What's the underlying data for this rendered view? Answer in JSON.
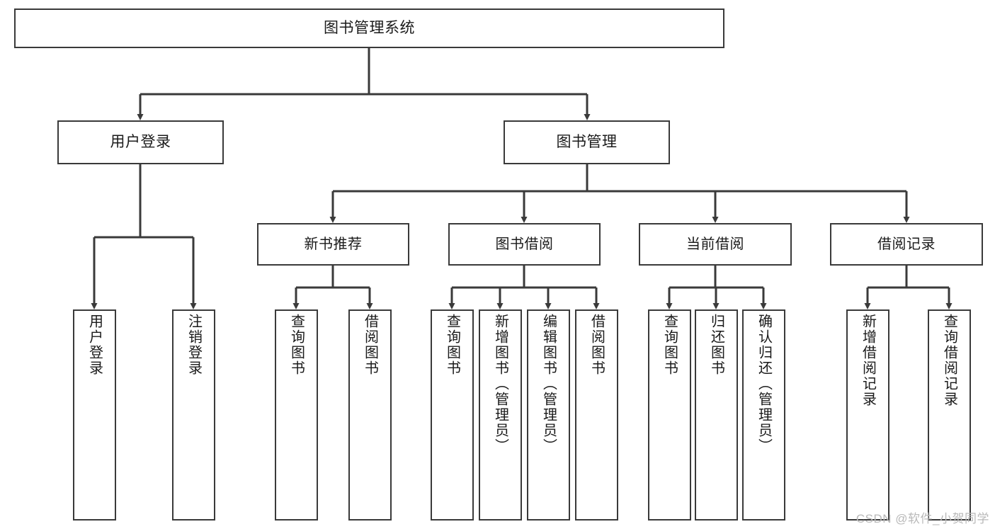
{
  "diagram": {
    "type": "tree-hierarchy-chart",
    "title": "图书管理系统",
    "colors": {
      "box_border": "#3a3a3a",
      "box_fill": "#ffffff",
      "connector": "#3a3a3a",
      "text": "#1a1a1a",
      "watermark": "#b9b9b9",
      "background": "#ffffff"
    },
    "nodes": {
      "root": {
        "label": "图书管理系统"
      },
      "tier1": [
        {
          "id": "user-login",
          "label": "用户登录"
        },
        {
          "id": "book-manage",
          "label": "图书管理"
        }
      ],
      "tier2": [
        {
          "id": "new-book-recommend",
          "label": "新书推荐"
        },
        {
          "id": "book-borrow",
          "label": "图书借阅"
        },
        {
          "id": "current-borrow",
          "label": "当前借阅"
        },
        {
          "id": "borrow-record",
          "label": "借阅记录"
        }
      ],
      "leaves": {
        "user-login": [
          {
            "id": "leaf-user-login",
            "label": "用户登录"
          },
          {
            "id": "leaf-logout-login",
            "label": "注销登录"
          }
        ],
        "new-book-recommend": [
          {
            "id": "leaf-query-book-1",
            "label": "查询图书"
          },
          {
            "id": "leaf-borrow-book-1",
            "label": "借阅图书"
          }
        ],
        "book-borrow": [
          {
            "id": "leaf-query-book-2",
            "label": "查询图书"
          },
          {
            "id": "leaf-add-book",
            "label": "新增图书（管理员）"
          },
          {
            "id": "leaf-edit-book",
            "label": "编辑图书（管理员）"
          },
          {
            "id": "leaf-borrow-book-2",
            "label": "借阅图书"
          }
        ],
        "current-borrow": [
          {
            "id": "leaf-query-book-3",
            "label": "查询图书"
          },
          {
            "id": "leaf-return-book",
            "label": "归还图书"
          },
          {
            "id": "leaf-confirm-return",
            "label": "确认归还（管理员）"
          }
        ],
        "borrow-record": [
          {
            "id": "leaf-add-record",
            "label": "新增借阅记录"
          },
          {
            "id": "leaf-query-record",
            "label": "查询借阅记录"
          }
        ]
      }
    },
    "watermark": "CSDN @软件_小贺同学"
  }
}
